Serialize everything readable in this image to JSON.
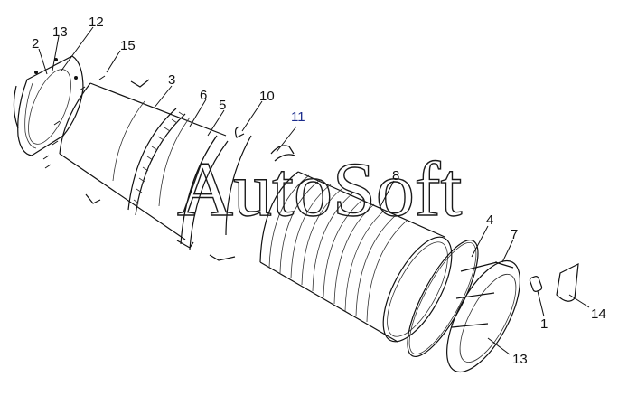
{
  "watermark": "AutoSoft",
  "part_numbers": {
    "p1": "1",
    "p2": "2",
    "p3": "3",
    "p4": "4",
    "p5": "5",
    "p6": "6",
    "p7": "7",
    "p8": "8",
    "p10": "10",
    "p11": "11",
    "p12": "12",
    "p13_top": "13",
    "p13_bottom": "13",
    "p14": "14",
    "p15": "15"
  }
}
